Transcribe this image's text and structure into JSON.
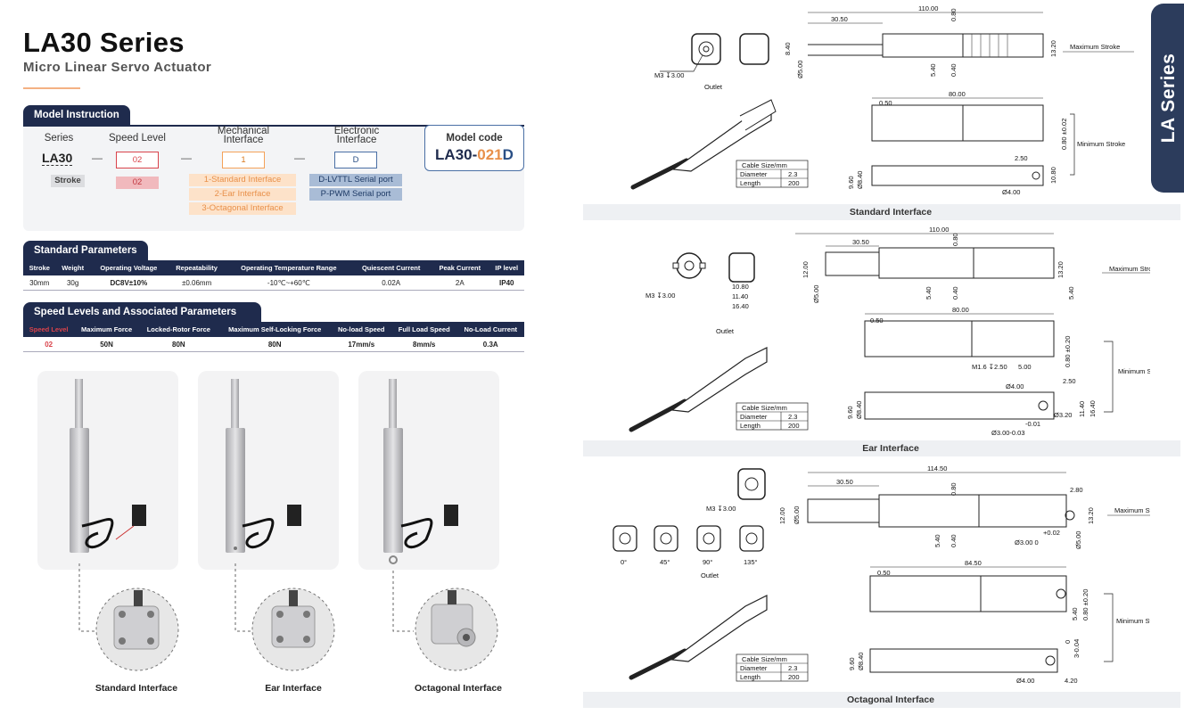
{
  "header": {
    "title": "LA30 Series",
    "subtitle": "Micro Linear Servo Actuator"
  },
  "model_instruction": {
    "heading": "Model Instruction",
    "labels": {
      "series": "Series",
      "speed_level": "Speed Level",
      "mechanical_interface": "Mechanical Interface",
      "electronic_interface": "Electronic Interface"
    },
    "series_value": "LA30",
    "dash": "—",
    "speed_box": "02",
    "mech_box": "1",
    "elec_box": "D",
    "stroke_label": "Stroke",
    "stroke_value": "02",
    "mech_options": [
      "1-Standard Interface",
      "2-Ear Interface",
      "3-Octagonal Interface"
    ],
    "elec_options": [
      "D-LVTTL Serial port",
      "P-PWM Serial port"
    ],
    "model_code_label": "Model code",
    "model_code": {
      "prefix": "LA30-",
      "mid": "021",
      "suffix": "D"
    }
  },
  "standard_parameters": {
    "heading": "Standard Parameters",
    "headers": [
      "Stroke",
      "Weight",
      "Operating Voltage",
      "Repeatability",
      "Operating Temperature Range",
      "Quiescent Current",
      "Peak Current",
      "IP level"
    ],
    "row": [
      "30mm",
      "30g",
      "DC8V±10%",
      "±0.06mm",
      "-10℃~+60℃",
      "0.02A",
      "2A",
      "IP40"
    ]
  },
  "speed_levels": {
    "heading": "Speed Levels and Associated Parameters",
    "headers": [
      "Speed Level",
      "Maximum Force",
      "Locked-Rotor Force",
      "Maximum Self-Locking Force",
      "No-load Speed",
      "Full Load Speed",
      "No-Load Current"
    ],
    "row": [
      "02",
      "50N",
      "80N",
      "80N",
      "17mm/s",
      "8mm/s",
      "0.3A"
    ]
  },
  "product_cards": [
    "Standard Interface",
    "Ear Interface",
    "Octagonal Interface"
  ],
  "drawings": {
    "side_tab": "LA Series",
    "outlet": "Outlet",
    "max_stroke": "Maximum Stroke",
    "min_stroke": "Minimum Stroke",
    "cable_table": {
      "head": "Cable Size/mm",
      "rows": [
        [
          "Diameter",
          "2.3"
        ],
        [
          "Length",
          "200"
        ]
      ]
    },
    "standard": {
      "caption": "Standard Interface",
      "dims_top": [
        "110.00",
        "30.50",
        "0.80",
        "8.40",
        "Ø5.00",
        "5.40",
        "0.40",
        "13.20"
      ],
      "dims_bottom": [
        "80.00",
        "0.50",
        "0.80 ±0.02",
        "2.50",
        "9.60",
        "Ø8.40",
        "10.80",
        "Ø4.00"
      ],
      "m3": "M3 ↧3.00"
    },
    "ear": {
      "caption": "Ear Interface",
      "dims_top": [
        "110.00",
        "30.50",
        "0.80",
        "12.00",
        "Ø5.00",
        "5.40",
        "0.40",
        "13.20",
        "5.40"
      ],
      "dims_end": [
        "10.80",
        "11.40",
        "16.40"
      ],
      "dims_bottom": [
        "80.00",
        "0.50",
        "0.80 ±0.20",
        "M1.6 ↧2.50",
        "5.00",
        "Ø4.00",
        "2.50",
        "9.60",
        "Ø8.40",
        "Ø3.20",
        "11.40",
        "16.40",
        "-0.01",
        "Ø3.00-0.03"
      ],
      "m3": "M3 ↧3.00"
    },
    "octagonal": {
      "caption": "Octagonal Interface",
      "dims_top": [
        "114.50",
        "30.50",
        "0.80",
        "12.00",
        "Ø5.00",
        "5.40",
        "0.40",
        "2.80",
        "13.20",
        "+0.02",
        "Ø3.00 0",
        "Ø5.00"
      ],
      "dims_bottom": [
        "84.50",
        "0.50",
        "0.80 ±0.20",
        "5.40",
        "9.60",
        "Ø8.40",
        "0",
        "3-0.04",
        "Ø4.00",
        "4.20"
      ],
      "angles": [
        "0°",
        "45°",
        "90°",
        "135°"
      ],
      "m3": "M3 ↧3.00"
    }
  },
  "colors": {
    "navy": "#1f2b4d",
    "red": "#d9434b",
    "orange": "#f4a259",
    "blue": "#4a6fa5"
  }
}
